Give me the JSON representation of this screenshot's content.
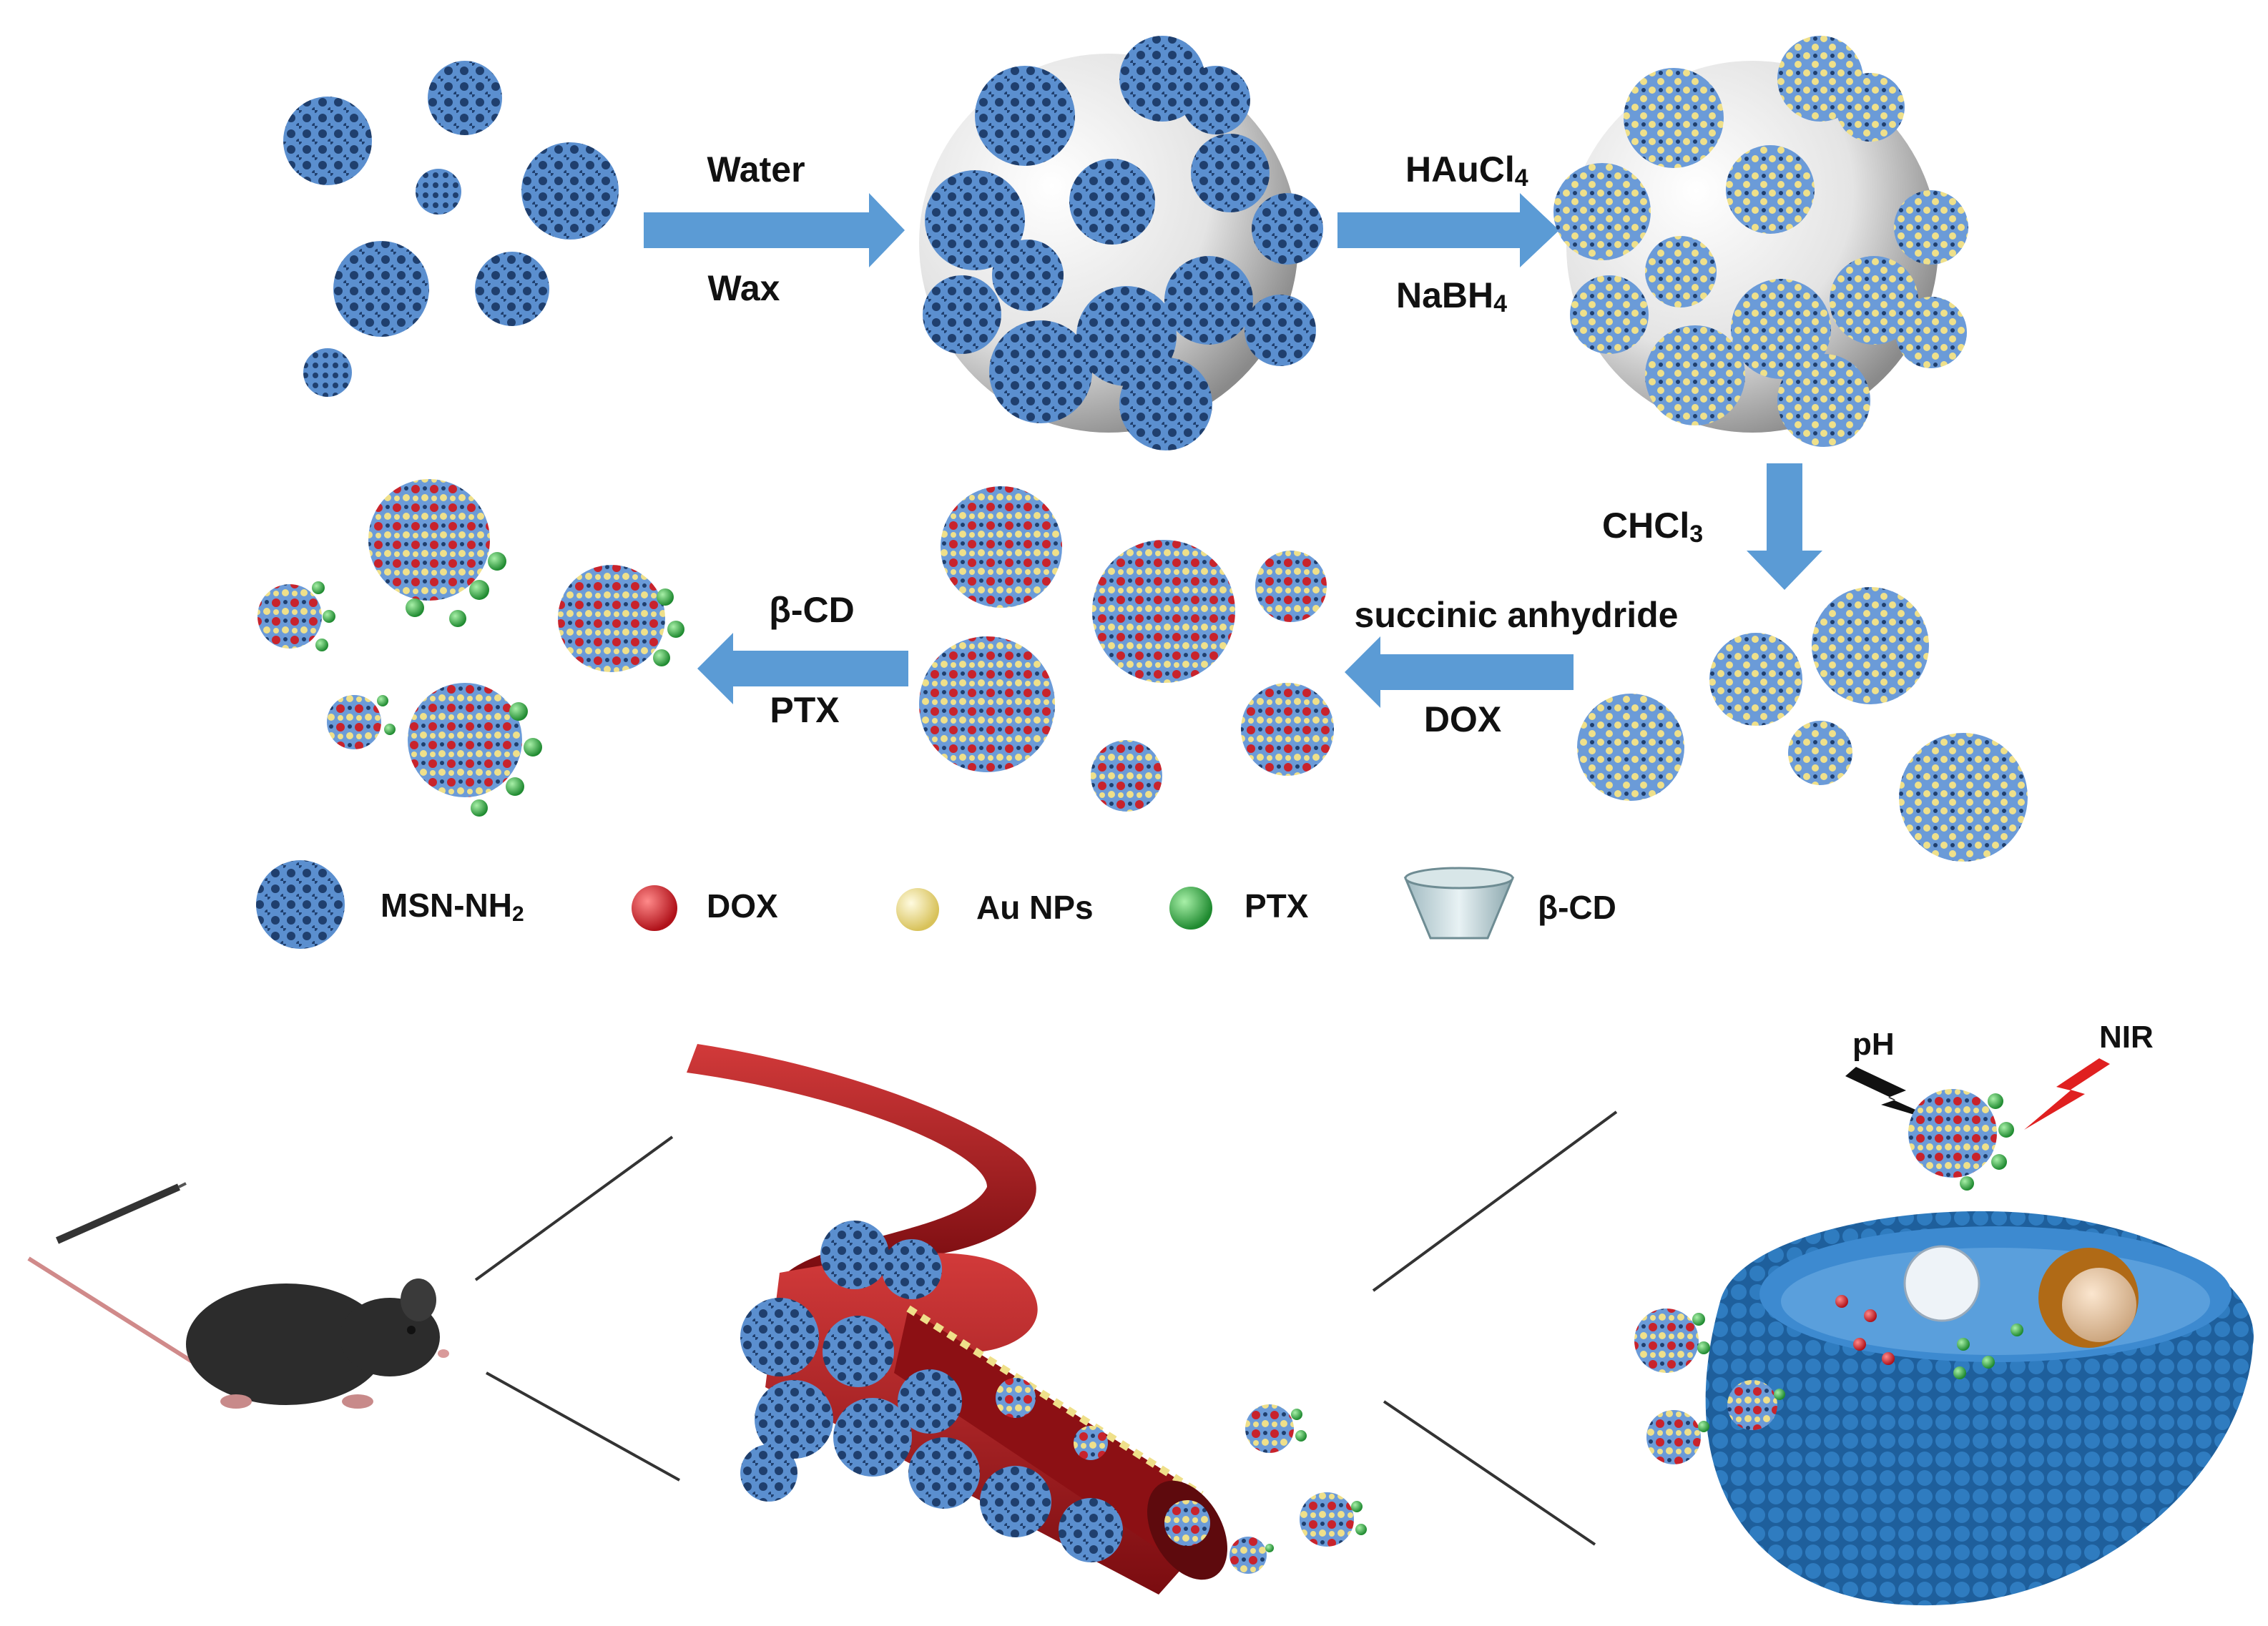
{
  "steps": {
    "step1": {
      "top": "Water",
      "bottom": "Wax"
    },
    "step2": {
      "top": "HAuCl",
      "top_sub": "4",
      "bottom": "NaBH",
      "bottom_sub": "4"
    },
    "step3": {
      "label": "CHCl",
      "label_sub": "3"
    },
    "step4": {
      "top": "succinic anhydride",
      "bottom": "DOX"
    },
    "step5": {
      "top": "β-CD",
      "bottom": "PTX"
    }
  },
  "legend": {
    "msn": {
      "text": "MSN-NH",
      "sub": "2"
    },
    "dox": {
      "text": "DOX"
    },
    "au": {
      "text": "Au NPs"
    },
    "ptx": {
      "text": "PTX"
    },
    "cd": {
      "text": "β-CD"
    }
  },
  "stimuli": {
    "ph": "pH",
    "nir": "NIR"
  },
  "colors": {
    "msn_blue": "#5b8fcf",
    "dox_red": "#c8232c",
    "au_yellow": "#efe08a",
    "ptx_green": "#3bb14a",
    "arrow_blue": "#5b9bd5",
    "vessel_red": "#a8161b",
    "nir_red": "#e02020"
  }
}
